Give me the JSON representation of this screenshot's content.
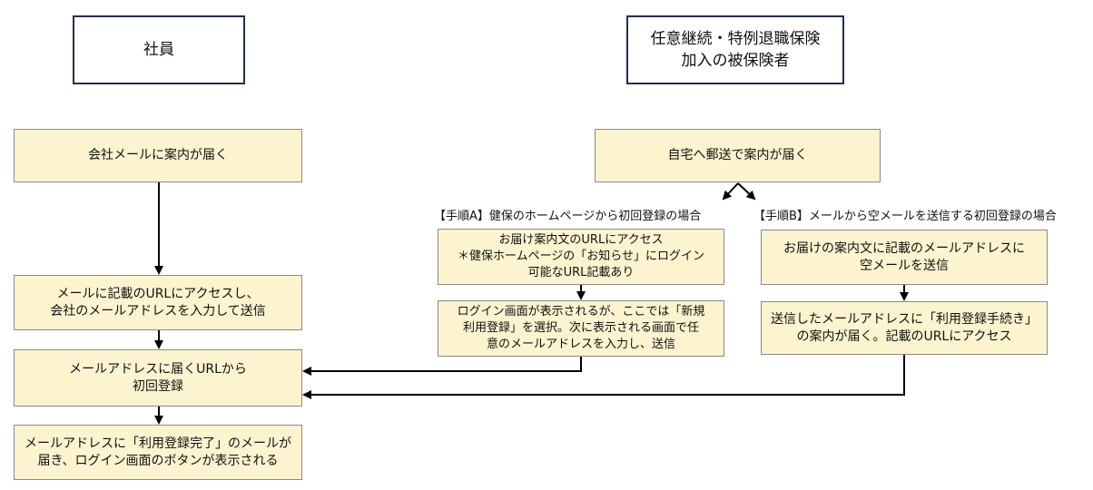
{
  "headers": {
    "employee": [
      "社員"
    ],
    "insured": [
      "任意継続・特例退職保険",
      "加入の被保険者"
    ]
  },
  "left": {
    "step1": [
      "会社メールに案内が届く"
    ],
    "step2": [
      "メールに記載のURLにアクセスし、",
      "会社のメールアドレスを入力して送信"
    ],
    "step3": [
      "メールアドレスに届くURLから",
      "初回登録"
    ],
    "step4": [
      "メールアドレスに「利用登録完了」のメールが",
      "届き、ログイン画面のボタンが表示される"
    ]
  },
  "right": {
    "start": [
      "自宅へ郵送で案内が届く"
    ],
    "route_a": {
      "label": "【手順A】健保のホームページから初回登録の場合",
      "step1": [
        "お届け案内文のURLにアクセス",
        "＊健保ホームページの「お知らせ」にログイン",
        "可能なURL記載あり"
      ],
      "step2": [
        "ログイン画面が表示されるが、ここでは「新規",
        "利用登録」を選択。次に表示される画面で任",
        "意のメールアドレスを入力し、送信"
      ]
    },
    "route_b": {
      "label": "【手順B】メールから空メールを送信する初回登録の場合",
      "step1": [
        "お届けの案内文に記載のメールアドレスに",
        "空メールを送信"
      ],
      "step2": [
        "送信したメールアドレスに「利用登録手続き」",
        "の案内が届く。記載のURLにアクセス"
      ]
    }
  },
  "colors": {
    "step_fill": "#fcf3cf",
    "step_border": "#8a8a8a",
    "header_border": "#1f3050",
    "arrow": "#000000"
  }
}
